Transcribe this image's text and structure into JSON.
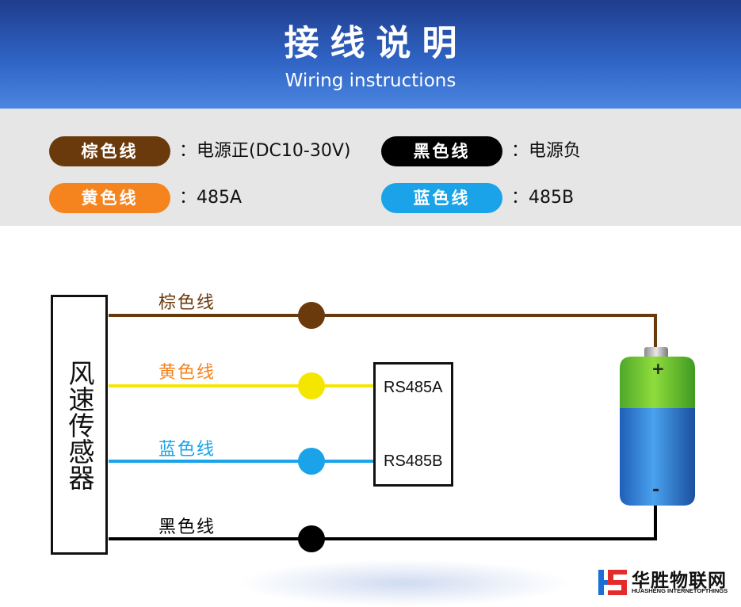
{
  "header": {
    "title": "接线说明",
    "subtitle": "Wiring instructions"
  },
  "legend": [
    {
      "label": "棕色线",
      "colon": "：",
      "desc": "电源正(DC10-30V)",
      "color": "#6b3a0c"
    },
    {
      "label": "黑色线",
      "colon": "：",
      "desc": "电源负",
      "color": "#000000"
    },
    {
      "label": "黄色线",
      "colon": "：",
      "desc": "485A",
      "color": "#f5841f"
    },
    {
      "label": "蓝色线",
      "colon": "：",
      "desc": "485B",
      "color": "#1aa3e8"
    }
  ],
  "diagram": {
    "sensor_label": "风速传感器",
    "rs485_box": {
      "a_label": "RS485A",
      "b_label": "RS485B"
    },
    "wires": [
      {
        "label": "棕色线",
        "wire_color": "#6b3a0c",
        "label_color": "#6b3a0c",
        "node_color": "#6b3a0c"
      },
      {
        "label": "黄色线",
        "wire_color": "#f5e600",
        "label_color": "#f5841f",
        "node_color": "#f5e600"
      },
      {
        "label": "蓝色线",
        "wire_color": "#1aa3e8",
        "label_color": "#1aa3e8",
        "node_color": "#1aa3e8"
      },
      {
        "label": "黑色线",
        "wire_color": "#000000",
        "label_color": "#000000",
        "node_color": "#000000"
      }
    ],
    "battery": {
      "positive": "+",
      "negative": "-"
    }
  },
  "logo": {
    "name": "华胜物联网",
    "tagline": "HUASHENG INTERNETOFTHINGS"
  }
}
